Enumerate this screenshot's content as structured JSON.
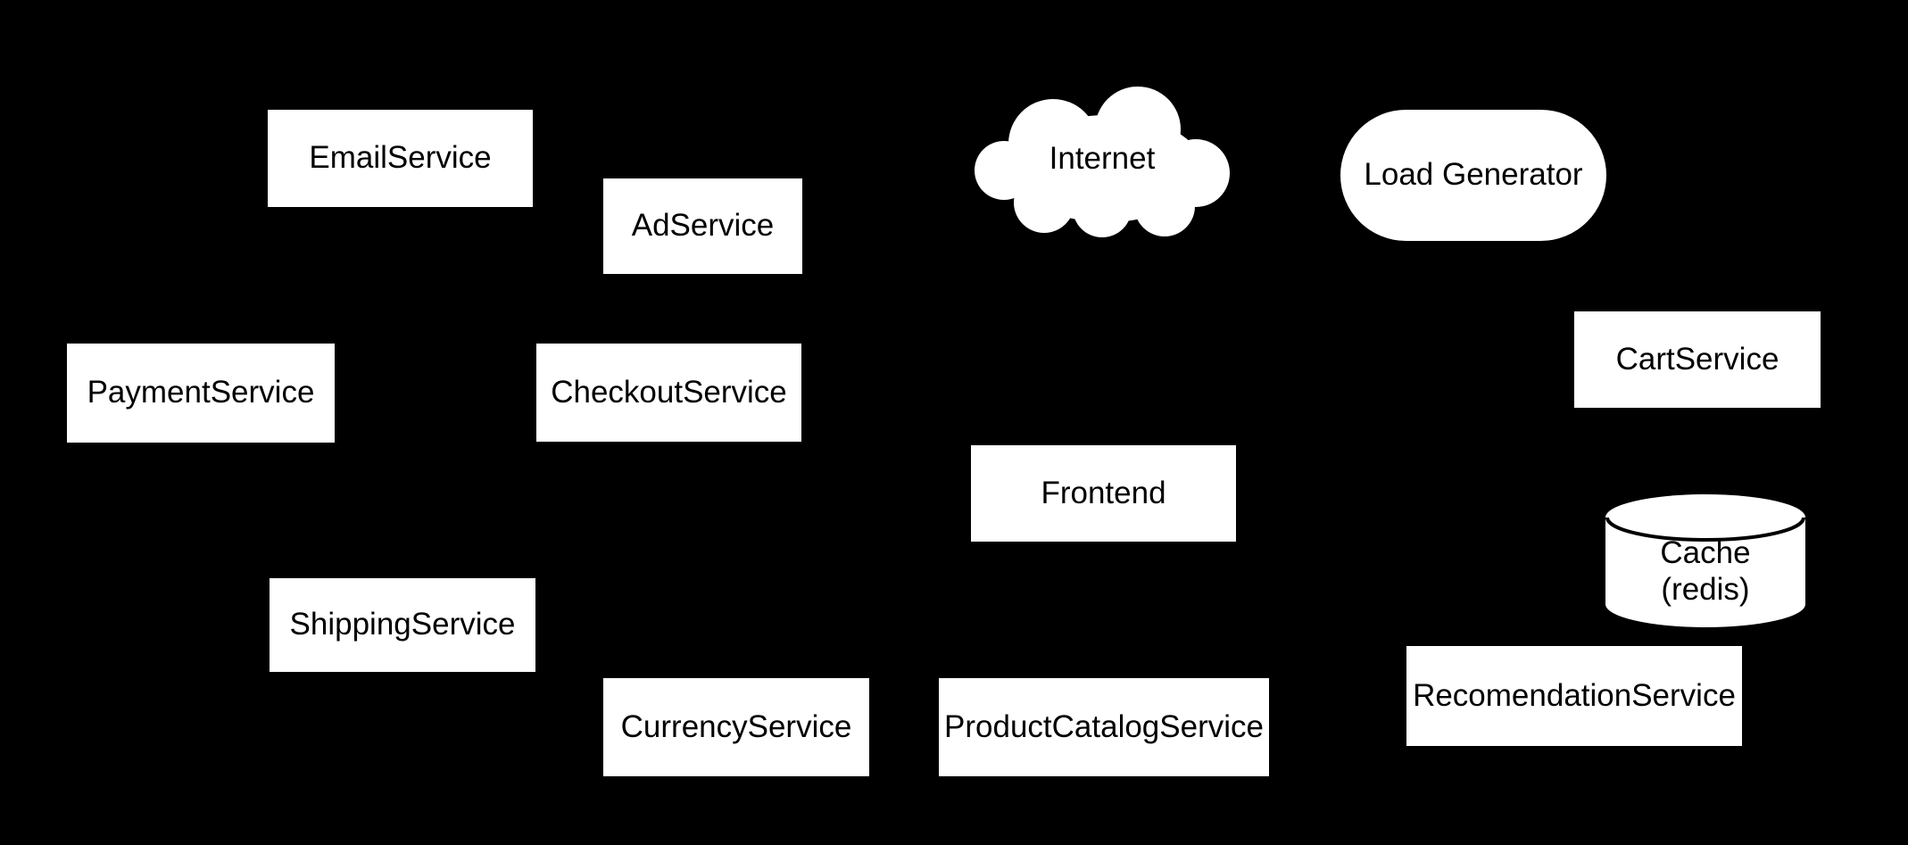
{
  "diagram": {
    "background_color": "#000000",
    "node_fill_color": "#ffffff",
    "node_text_color": "#000000",
    "nodes": {
      "email": {
        "label": "EmailService",
        "shape": "box"
      },
      "ad": {
        "label": "AdService",
        "shape": "box"
      },
      "internet": {
        "label": "Internet",
        "shape": "cloud"
      },
      "load_generator": {
        "label": "Load Generator",
        "shape": "stadium"
      },
      "payment": {
        "label": "PaymentService",
        "shape": "box"
      },
      "checkout": {
        "label": "CheckoutService",
        "shape": "box"
      },
      "cart": {
        "label": "CartService",
        "shape": "box"
      },
      "frontend": {
        "label": "Frontend",
        "shape": "box"
      },
      "cache": {
        "label": "Cache (redis)",
        "line1": "Cache",
        "line2": "(redis)",
        "shape": "cylinder"
      },
      "shipping": {
        "label": "ShippingService",
        "shape": "box"
      },
      "currency": {
        "label": "CurrencyService",
        "shape": "box"
      },
      "product_catalog": {
        "label": "ProductCatalogService",
        "shape": "box"
      },
      "recommendation": {
        "label": "RecomendationService",
        "shape": "box"
      }
    }
  }
}
